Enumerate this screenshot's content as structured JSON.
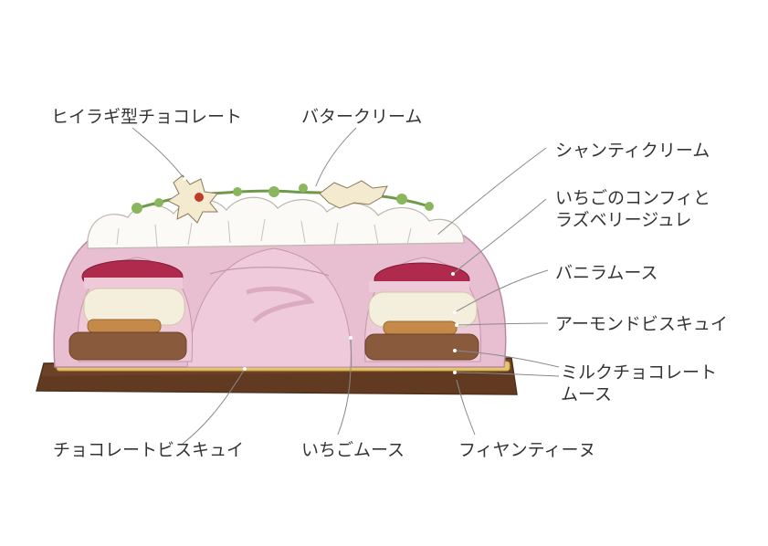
{
  "labels": {
    "holly_chocolate": "ヒイラギ型チョコレート",
    "butter_cream": "バタークリーム",
    "chantilly_cream": "シャンティクリーム",
    "strawberry_confit_line1": "いちごのコンフィと",
    "strawberry_confit_line2": "ラズベリージュレ",
    "vanilla_mousse": "バニラムース",
    "almond_biscuit": "アーモンドビスキュイ",
    "milk_chocolate_mousse_line1": "ミルクチョコレート",
    "milk_chocolate_mousse_line2": "ムース",
    "chocolate_biscuit": "チョコレートビスキュイ",
    "strawberry_mousse": "いちごムース",
    "feuilletine": "フィヤンティーヌ"
  },
  "colors": {
    "label_text": "#333333",
    "leader_line": "#8a8a8a",
    "mousse_pink": "#e8bfd1",
    "mousse_pink_dark": "#d49cb6",
    "berry_red": "#b02a4e",
    "vanilla": "#f4efdc",
    "almond": "#c58a4a",
    "milk_chocolate": "#8a5a3c",
    "feuilletine": "#e7c56a",
    "base_chocolate": "#6b4226",
    "cream_white": "#fbfaf7",
    "holly_leaf": "#f3ead0",
    "stem_green": "#6f9a4b"
  }
}
